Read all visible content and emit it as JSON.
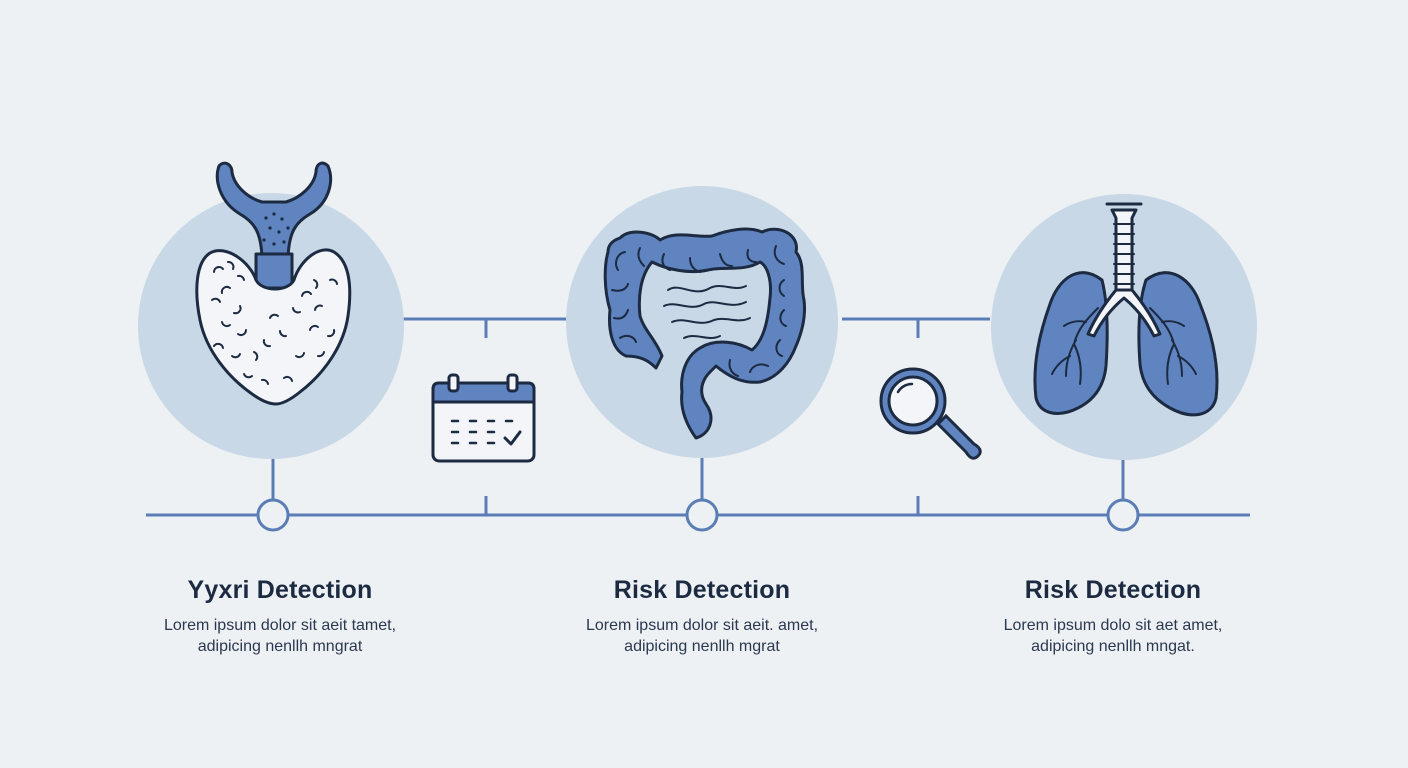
{
  "colors": {
    "background": "#edf1f3",
    "circle_fill": "#c8d8e6",
    "line": "#5a7db5",
    "organ_fill": "#5f84c0",
    "outline": "#1c2a42"
  },
  "steps": [
    {
      "title": "Yyxri Detection",
      "desc_line1": "Lorem ipsum dolor sit aeit tamet,",
      "desc_line2": "adipicing nenllh mngrat",
      "icon": "thyroid-icon"
    },
    {
      "title": "Risk Detection",
      "desc_line1": "Lorem ipsum  dolor sit aeit. amet,",
      "desc_line2": "adipicing nenllh mgrat",
      "icon": "colon-icon"
    },
    {
      "title": "Risk Detection",
      "desc_line1": "Lorem ipsum  dolo sit aet amet,",
      "desc_line2": "adipicing nenllh mngat.",
      "icon": "lungs-icon"
    }
  ],
  "connector_icons": [
    "calendar-icon",
    "magnifier-icon"
  ]
}
